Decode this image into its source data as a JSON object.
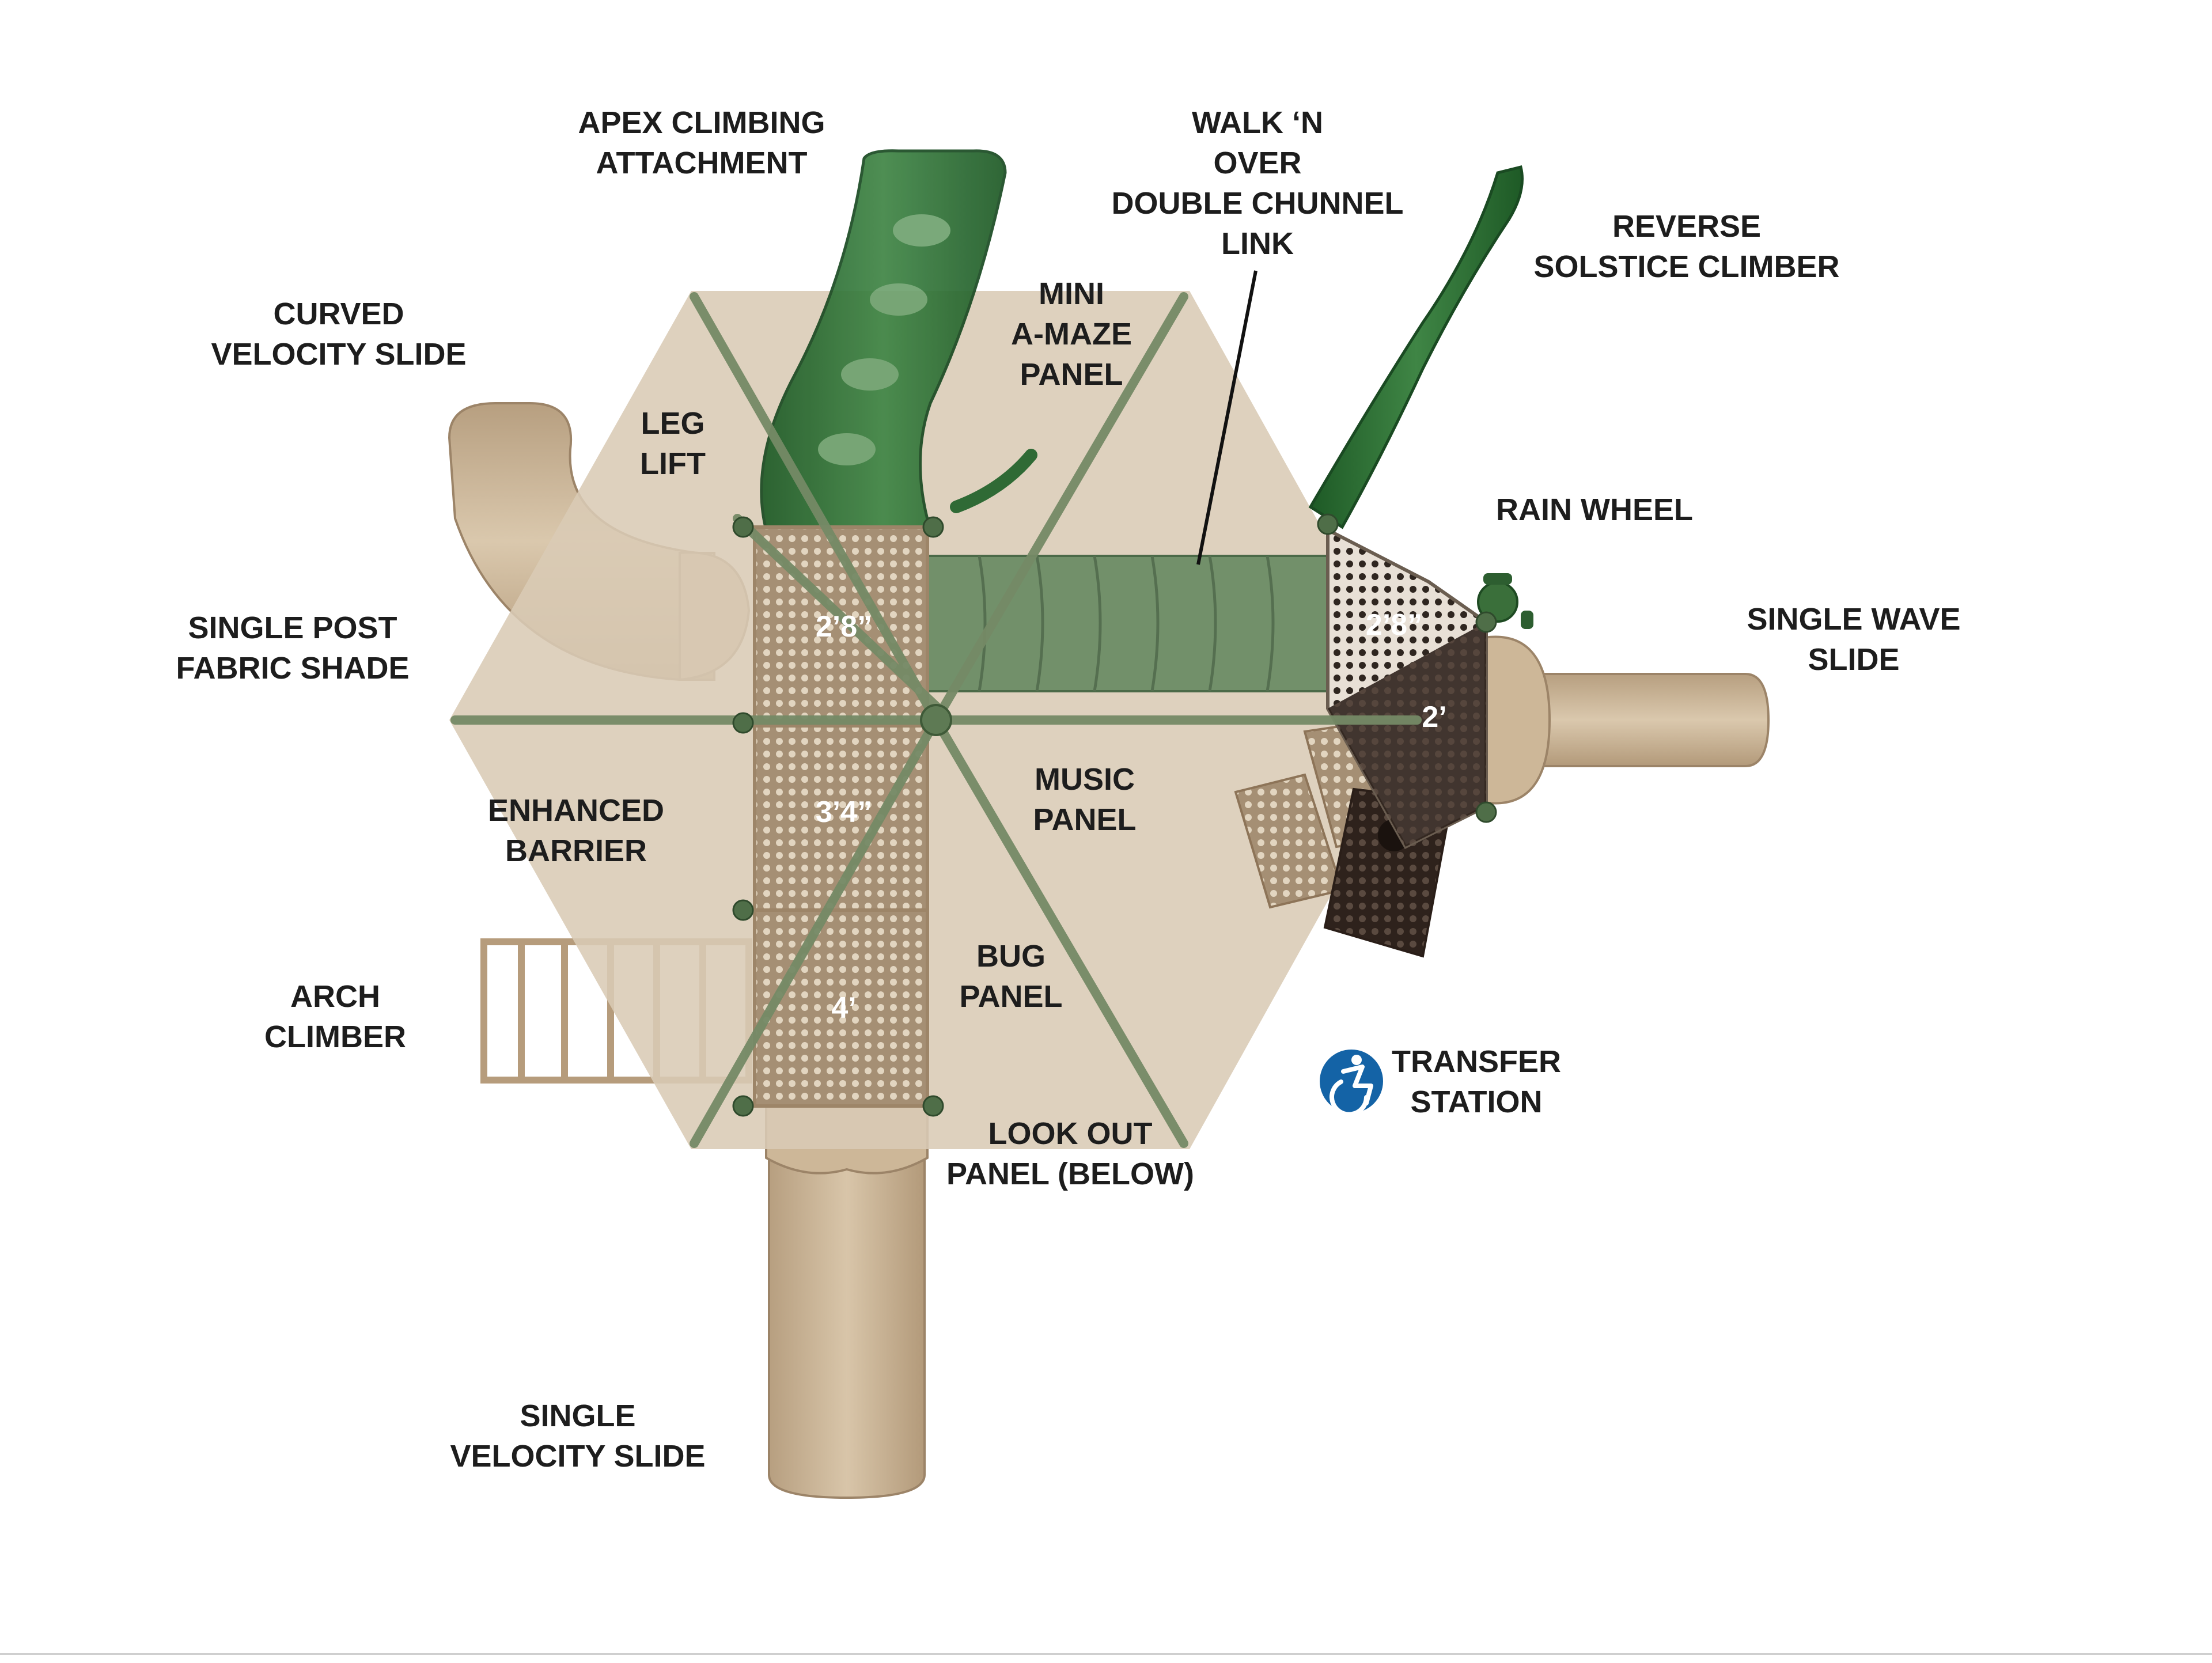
{
  "labels": {
    "apex": [
      "APEX CLIMBING",
      "ATTACHMENT"
    ],
    "walk": [
      "WALK ‘N",
      "OVER",
      "DOUBLE CHUNNEL",
      "LINK"
    ],
    "reverse": [
      "REVERSE",
      "SOLSTICE CLIMBER"
    ],
    "curved": [
      "CURVED",
      "VELOCITY SLIDE"
    ],
    "mini": [
      "MINI",
      "A-MAZE",
      "PANEL"
    ],
    "leg": [
      "LEG",
      "LIFT"
    ],
    "rain": [
      "RAIN WHEEL"
    ],
    "single_post": [
      "SINGLE POST",
      "FABRIC SHADE"
    ],
    "single_wave": [
      "SINGLE WAVE",
      "SLIDE"
    ],
    "enhanced": [
      "ENHANCED",
      "BARRIER"
    ],
    "music": [
      "MUSIC",
      "PANEL"
    ],
    "arch": [
      "ARCH",
      "CLIMBER"
    ],
    "bug": [
      "BUG",
      "PANEL"
    ],
    "transfer": [
      "TRANSFER",
      "STATION"
    ],
    "lookout": [
      "LOOK OUT",
      "PANEL (BELOW)"
    ],
    "single_velocity": [
      "SINGLE",
      "VELOCITY SLIDE"
    ]
  },
  "decks": {
    "deck1": "2’8”",
    "deck2": "3’4”",
    "deck3": "4’",
    "deck4": "2’8”",
    "deck5": "2’"
  },
  "icons": {
    "accessibility": "accessibility-icon"
  },
  "colors": {
    "canopy": "#d9cbb5",
    "tan": "#c9b190",
    "green": "#3f6e3a",
    "dark_green": "#1f5a2a",
    "brown": "#3a2a22",
    "accessible_blue": "#1463a6"
  }
}
